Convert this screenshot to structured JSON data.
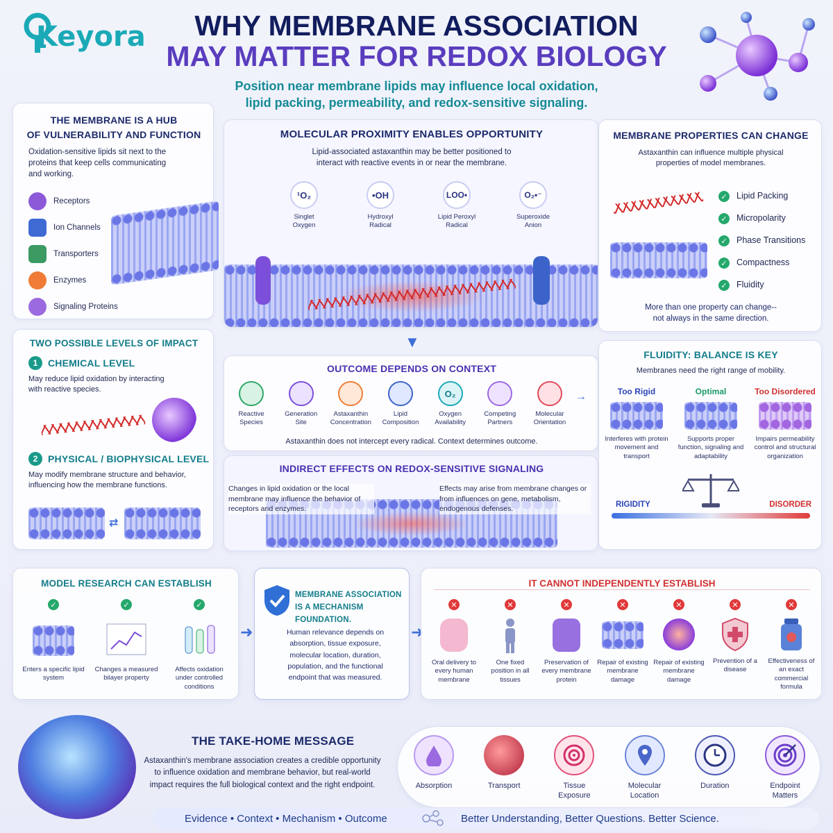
{
  "header": {
    "logo": "Keyora",
    "title_line1": "WHY MEMBRANE ASSOCIATION",
    "title_line2": "MAY MATTER FOR REDOX BIOLOGY",
    "subtitle_line1": "Position near membrane lipids may influence local oxidation,",
    "subtitle_line2": "lipid packing, permeability, and redox-sensitive signaling."
  },
  "hub": {
    "title_line1": "THE MEMBRANE IS A HUB",
    "title_line2": "OF VULNERABILITY AND FUNCTION",
    "body": "Oxidation-sensitive lipids sit next to the proteins that keep cells communicating and working.",
    "items": [
      "Receptors",
      "Ion Channels",
      "Transporters",
      "Enzymes",
      "Signaling Proteins"
    ]
  },
  "proximity": {
    "title": "MOLECULAR PROXIMITY ENABLES OPPORTUNITY",
    "body_line1": "Lipid-associated astaxanthin may be better positioned to",
    "body_line2": "interact with reactive events in or near the membrane.",
    "species": [
      {
        "symbol": "¹O₂",
        "label_line1": "Singlet",
        "label_line2": "Oxygen"
      },
      {
        "symbol": "•OH",
        "label_line1": "Hydroxyl",
        "label_line2": "Radical"
      },
      {
        "symbol": "LOO•",
        "label_line1": "Lipid Peroxyl",
        "label_line2": "Radical"
      },
      {
        "symbol": "O₂•⁻",
        "label_line1": "Superoxide",
        "label_line2": "Anion"
      }
    ]
  },
  "properties": {
    "title": "MEMBRANE PROPERTIES CAN CHANGE",
    "body_line1": "Astaxanthin can influence multiple physical",
    "body_line2": "properties of model membranes.",
    "items": [
      "Lipid Packing",
      "Micropolarity",
      "Phase Transitions",
      "Compactness",
      "Fluidity"
    ],
    "note_line1": "More than one property can change--",
    "note_line2": "not always in the same direction."
  },
  "levels": {
    "title": "TWO POSSIBLE LEVELS OF IMPACT",
    "chem_num": "1",
    "chem_title": "CHEMICAL LEVEL",
    "chem_body": "May reduce lipid oxidation by interacting with reactive species.",
    "phys_num": "2",
    "phys_title": "PHYSICAL / BIOPHYSICAL LEVEL",
    "phys_body": "May modify membrane structure and behavior, influencing how the membrane functions."
  },
  "context": {
    "title": "OUTCOME DEPENDS ON CONTEXT",
    "items": [
      {
        "l1": "Reactive",
        "l2": "Species"
      },
      {
        "l1": "Generation",
        "l2": "Site"
      },
      {
        "l1": "Astaxanthin",
        "l2": "Concentration"
      },
      {
        "l1": "Lipid",
        "l2": "Composition"
      },
      {
        "l1": "Oxygen",
        "l2": "Availability"
      },
      {
        "l1": "Competing",
        "l2": "Partners"
      },
      {
        "l1": "Molecular",
        "l2": "Orientation"
      }
    ],
    "oxygen_symbol": "O₂",
    "note": "Astaxanthin does not intercept every radical. Context determines outcome."
  },
  "indirect": {
    "title": "INDIRECT EFFECTS ON REDOX-SENSITIVE SIGNALING",
    "left_text": "Changes in lipid oxidation or the local membrane may influence the behavior of receptors and enzymes.",
    "right_text": "Effects may arise from membrane changes or from influences on gene, metabolism, endogenous defenses."
  },
  "fluidity": {
    "title": "FLUIDITY: BALANCE IS KEY",
    "subtitle": "Membranes need the right range of mobility.",
    "states": [
      {
        "label": "Too Rigid",
        "desc": "Interferes with protein movement and transport"
      },
      {
        "label": "Optimal",
        "desc": "Supports proper function, signaling and adaptability"
      },
      {
        "label": "Too Disordered",
        "desc": "Impairs permeability control and structural organization"
      }
    ],
    "left_label": "RIGIDITY",
    "right_label": "DISORDER"
  },
  "establish": {
    "title": "MODEL RESEARCH CAN ESTABLISH",
    "items": [
      "Enters a specific lipid system",
      "Changes a measured bilayer property",
      "Affects oxidation under controlled conditions"
    ]
  },
  "foundation": {
    "title_line1": "MEMBRANE ASSOCIATION",
    "title_line2": "IS A MECHANISM FOUNDATION.",
    "body": "Human relevance depends on absorption, tissue exposure, molecular location, duration, population, and the functional endpoint that was measured."
  },
  "cannot": {
    "title": "IT CANNOT INDEPENDENTLY ESTABLISH",
    "items": [
      "Oral delivery to every human membrane",
      "One fixed position in all tissues",
      "Preservation of every membrane protein",
      "Repair of existing membrane damage",
      "Repair of existing membrane damage",
      "Prevention of a disease",
      "Effectiveness of an exact commercial formula"
    ]
  },
  "takehome": {
    "title": "THE TAKE-HOME MESSAGE",
    "body": "Astaxanthin's membrane association creates a credible opportunity to influence oxidation and membrane behavior, but real-world impact requires the full biological context and the right endpoint.",
    "items": [
      {
        "l1": "Absorption",
        "l2": ""
      },
      {
        "l1": "Transport",
        "l2": ""
      },
      {
        "l1": "Tissue",
        "l2": "Exposure"
      },
      {
        "l1": "Molecular",
        "l2": "Location"
      },
      {
        "l1": "Duration",
        "l2": ""
      },
      {
        "l1": "Endpoint",
        "l2": "Matters"
      }
    ]
  },
  "footer": {
    "left": "Evidence • Context • Mechanism • Outcome",
    "right": "Better Understanding, Better Questions. Better Science."
  },
  "colors": {
    "navy": "#121d5e",
    "purple": "#5a3dbe",
    "teal": "#127d8a",
    "red": "#d23030",
    "green": "#25a86b"
  }
}
